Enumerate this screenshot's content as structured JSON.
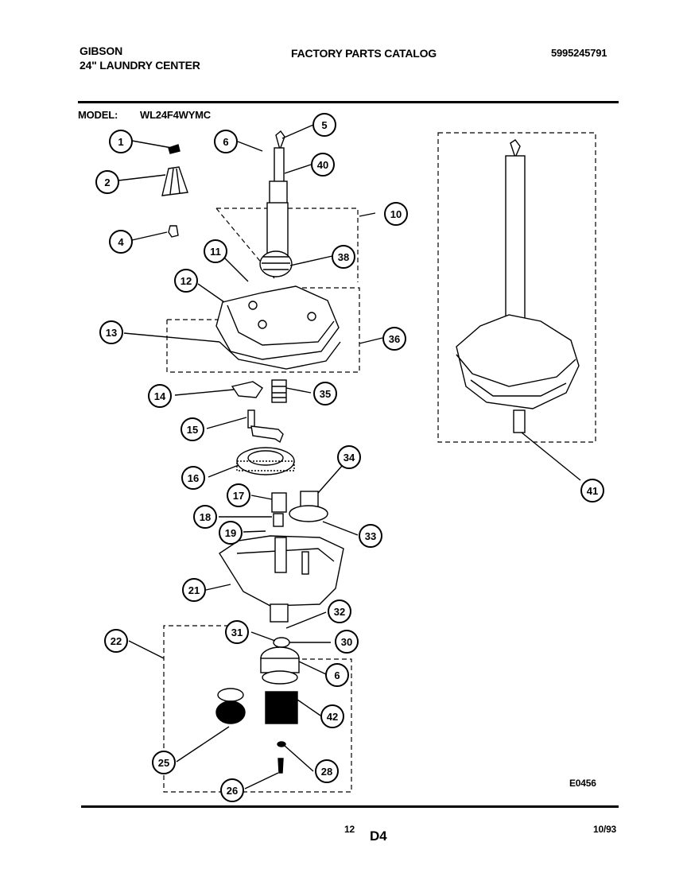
{
  "header": {
    "brand": "GIBSON",
    "product": "24\" LAUNDRY CENTER",
    "catalog_title": "FACTORY PARTS CATALOG",
    "catalog_number": "5995245791",
    "model_label": "MODEL:",
    "model_number": "WL24F4WYMC"
  },
  "diagram": {
    "callouts": [
      "1",
      "2",
      "4",
      "5",
      "6",
      "40",
      "10",
      "11",
      "38",
      "12",
      "13",
      "36",
      "14",
      "35",
      "15",
      "16",
      "34",
      "17",
      "18",
      "19",
      "33",
      "21",
      "32",
      "31",
      "30",
      "22",
      "6",
      "42",
      "25",
      "28",
      "26",
      "41"
    ],
    "drawing_code": "E0456"
  },
  "footer": {
    "page_number": "12",
    "section": "D4",
    "date": "10/93"
  }
}
